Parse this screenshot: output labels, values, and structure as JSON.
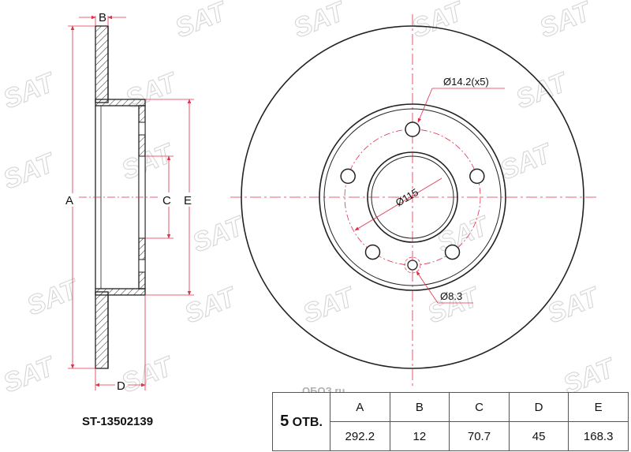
{
  "watermark": {
    "text": "SAT",
    "site": "ОБОЗ.ru"
  },
  "part_number": "ST-13502139",
  "side_view": {
    "labels": {
      "A": "A",
      "B": "B",
      "C": "C",
      "D": "D",
      "E": "E"
    }
  },
  "front_view": {
    "bolt_hole_label": "Ø14.2(x5)",
    "pcd_label": "Ø115",
    "pin_hole_label": "Ø8.3",
    "bolt_count": 5
  },
  "table": {
    "count_number": "5",
    "count_unit": "ОТВ.",
    "headers": [
      "A",
      "B",
      "C",
      "D",
      "E"
    ],
    "values": [
      "292.2",
      "12",
      "70.7",
      "45",
      "168.3"
    ]
  },
  "colors": {
    "line": "#222222",
    "dim": "#e0304a",
    "hatch": "#333333",
    "watermark": "#d6d6d6"
  }
}
